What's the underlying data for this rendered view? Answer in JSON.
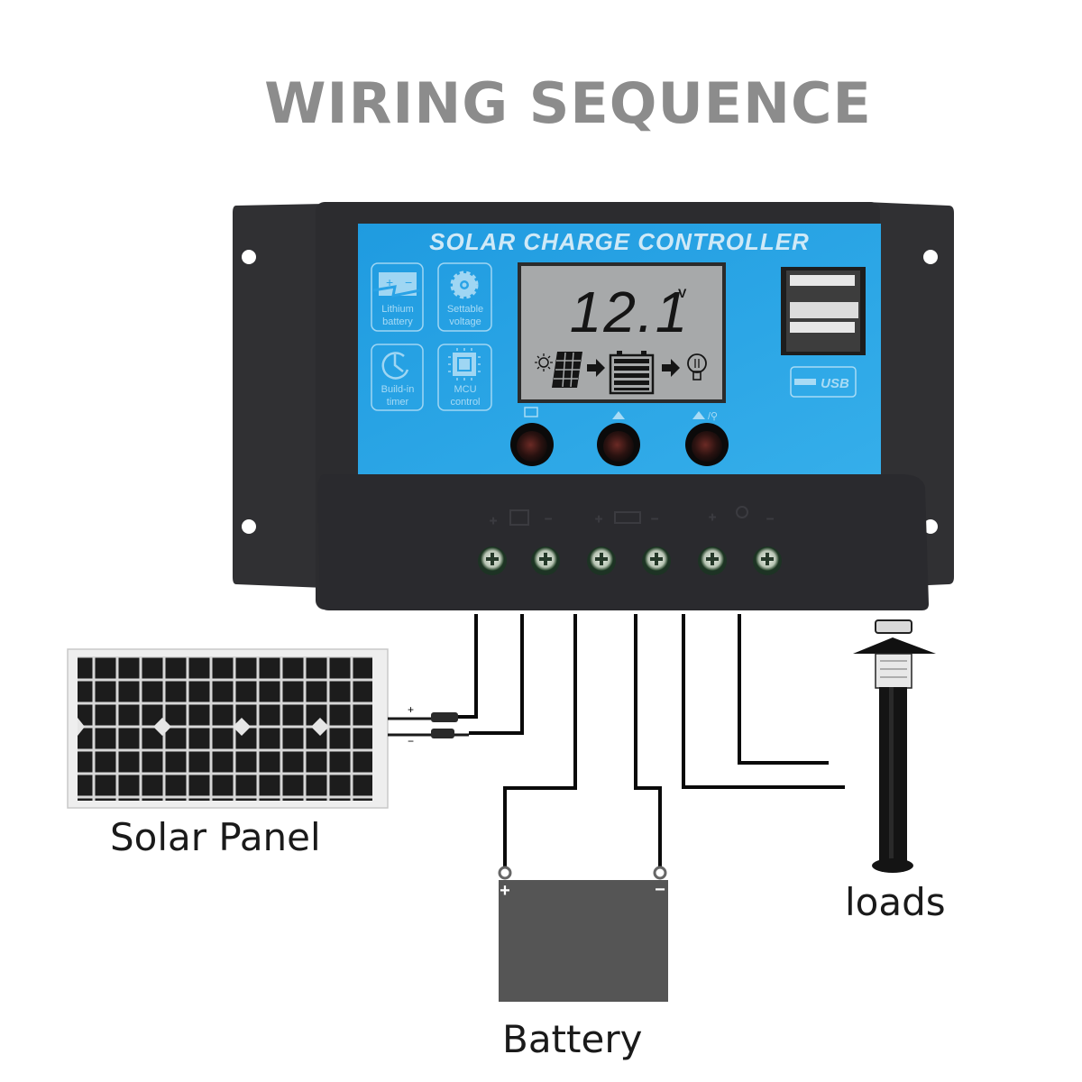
{
  "title": "WIRING SEQUENCE",
  "controller": {
    "name": "SOLAR CHARGE CONTROLLER",
    "features": [
      {
        "icon": "battery-lightning-icon",
        "line1": "Lithium",
        "line2": "battery"
      },
      {
        "icon": "gear-icon",
        "line1": "Settable",
        "line2": "voltage"
      },
      {
        "icon": "clock-icon",
        "line1": "Build-in",
        "line2": "timer"
      },
      {
        "icon": "chip-icon",
        "line1": "MCU",
        "line2": "control"
      }
    ],
    "lcd": {
      "reading": "12.1",
      "unit": "V"
    },
    "usb_label": "USB",
    "buttons": [
      {
        "icon": "menu-square-icon"
      },
      {
        "icon": "up-icon"
      },
      {
        "icon": "up-load-icon"
      }
    ],
    "terminals": [
      "solar+",
      "solar-",
      "battery+",
      "battery-",
      "load+",
      "load-"
    ],
    "colors": {
      "body": "#2b2b2e",
      "face": "#2aa3e6",
      "lcd": "#a8aaab"
    }
  },
  "components": {
    "solar_panel": "Solar Panel",
    "battery": "Battery",
    "loads": "loads",
    "battery_plus": "+",
    "battery_minus": "−"
  }
}
